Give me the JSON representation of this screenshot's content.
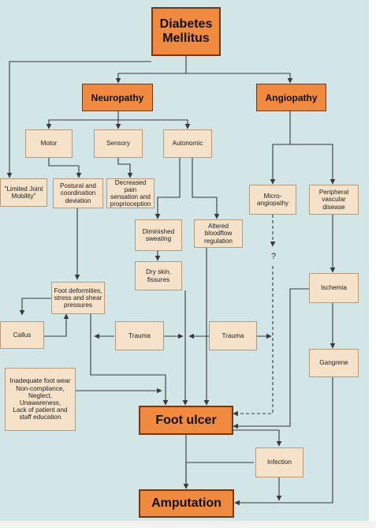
{
  "nodes": {
    "diabetes": "Diabetes\nMellitus",
    "neuropathy": "Neuropathy",
    "angiopathy": "Angiopathy",
    "motor": "Motor",
    "sensory": "Sensory",
    "autonomic": "Autonomic",
    "limited_joint": "\"Limited Joint\nMobility\"",
    "postural": "Postural and\ncoordination\ndeviation",
    "decreased_pain": "Decreased pain\nsensation and\nproprioception",
    "micro": "Micro-\nangiopathy",
    "peripheral": "Peripheral\nvascular disease",
    "diminished": "Diminished\nsweating",
    "altered": "Altered\nbloodflow\nregulation",
    "question": "?",
    "dry_skin": "Dry skin,\nfissures",
    "ischemia": "Ischemia",
    "foot_deformities": "Foot deformities,\nstress and shear\npressures",
    "callus": "Callus",
    "trauma_left": "Trauma",
    "trauma_right": "Trauma",
    "gangrene": "Gangrene",
    "inadequate": "Inadequate foot wear\nNon-compliance,\nNeglect,\nUnawareness,\nLack of patient and\nstaff education",
    "foot_ulcer": "Foot ulcer",
    "infection": "Infection",
    "amputation": "Amputation"
  }
}
